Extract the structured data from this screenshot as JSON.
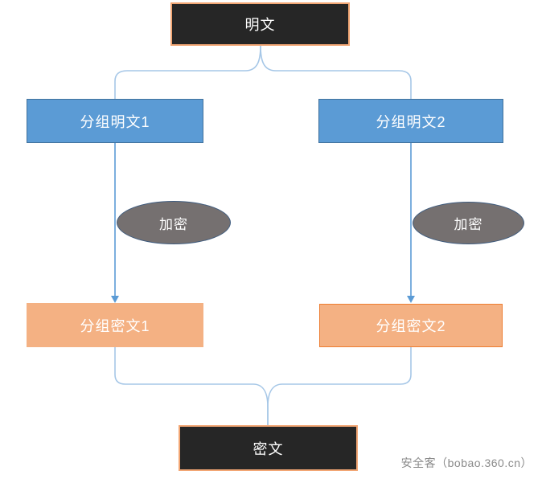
{
  "diagram": {
    "title_note": "block cipher encryption flow",
    "nodes": {
      "plaintext": {
        "label": "明文"
      },
      "block_plain_1": {
        "label": "分组明文1"
      },
      "block_plain_2": {
        "label": "分组明文2"
      },
      "encrypt_1": {
        "label": "加密"
      },
      "encrypt_2": {
        "label": "加密"
      },
      "block_cipher_1": {
        "label": "分组密文1"
      },
      "block_cipher_2": {
        "label": "分组密文2"
      },
      "ciphertext": {
        "label": "密文"
      }
    },
    "edges": [
      {
        "from": "plaintext",
        "to": "block_plain_1",
        "style": "brace-split"
      },
      {
        "from": "plaintext",
        "to": "block_plain_2",
        "style": "brace-split"
      },
      {
        "from": "block_plain_1",
        "to": "block_cipher_1",
        "style": "arrow",
        "via": "encrypt_1"
      },
      {
        "from": "block_plain_2",
        "to": "block_cipher_2",
        "style": "arrow",
        "via": "encrypt_2"
      },
      {
        "from": "block_cipher_1",
        "to": "ciphertext",
        "style": "brace-merge"
      },
      {
        "from": "block_cipher_2",
        "to": "ciphertext",
        "style": "brace-merge"
      }
    ]
  },
  "watermark": {
    "text": "安全客（bobao.360.cn）"
  },
  "colors": {
    "background": "#FFFFFF",
    "dark_box_fill": "#262626",
    "dark_box_border": "#F2A674",
    "blue_box_fill": "#5B9BD5",
    "blue_box_border": "#41719C",
    "orange_box_fill": "#F4B183",
    "orange_box_border": "#ED7D31",
    "ellipse_fill": "#757070",
    "ellipse_border": "#3F5C7F",
    "connector": "#A6C7E7",
    "arrow": "#5B9BD5",
    "node_text": "#FFFFFF",
    "watermark_text": "#8B8B8B"
  }
}
